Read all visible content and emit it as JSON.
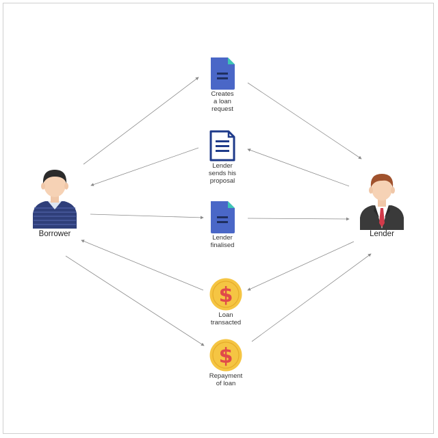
{
  "actors": {
    "borrower": {
      "label": "Borrower"
    },
    "lender": {
      "label": "Lender"
    }
  },
  "steps": [
    {
      "label": "Creates\na loan\nrequest",
      "icon": "document-icon"
    },
    {
      "label": "Lender\nsends his\nproposal",
      "icon": "document-outline-icon"
    },
    {
      "label": "Lender\nfinalised",
      "icon": "document-icon"
    },
    {
      "label": "Loan\ntransacted",
      "icon": "dollar-coin-icon"
    },
    {
      "label": "Repayment\nof loan",
      "icon": "dollar-coin-icon"
    }
  ],
  "colors": {
    "doc_blue": "#4a67c7",
    "doc_fold": "#3ec6b5",
    "doc_outline": "#1e3a8a",
    "coin_gold": "#f5c543",
    "coin_symbol": "#e04a4a",
    "connector": "#8a8a8a"
  }
}
